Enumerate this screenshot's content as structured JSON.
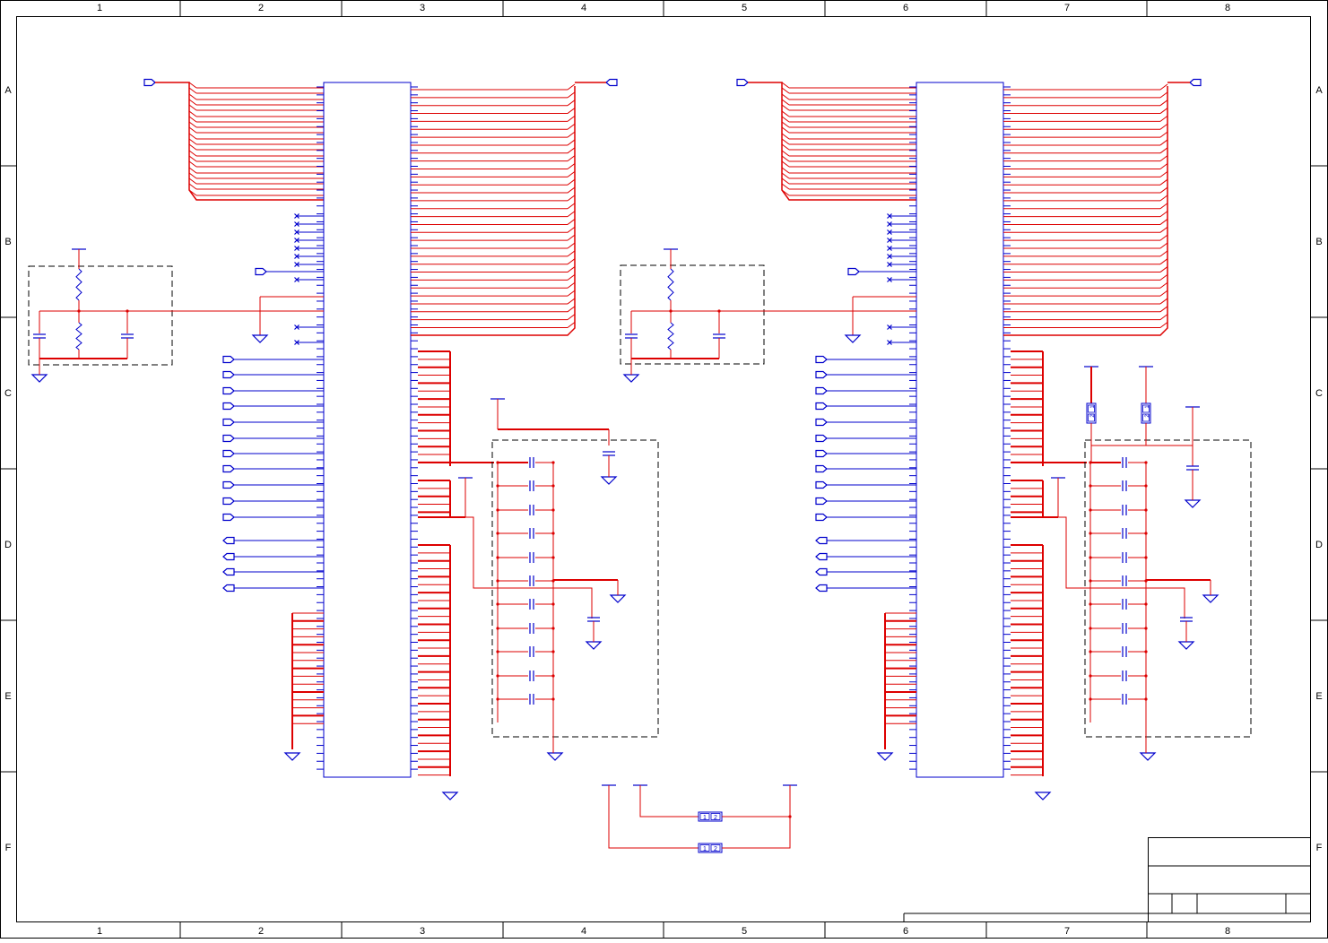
{
  "sheet": {
    "columns": [
      "1",
      "2",
      "3",
      "4",
      "5",
      "6",
      "7",
      "8"
    ],
    "rows": [
      "A",
      "B",
      "C",
      "D",
      "E",
      "F"
    ]
  },
  "colors": {
    "frame": "#000000",
    "component": "#0000cc",
    "wire": "#dd0000"
  },
  "parts": {
    "jumper_pins": [
      "1",
      "2"
    ]
  }
}
